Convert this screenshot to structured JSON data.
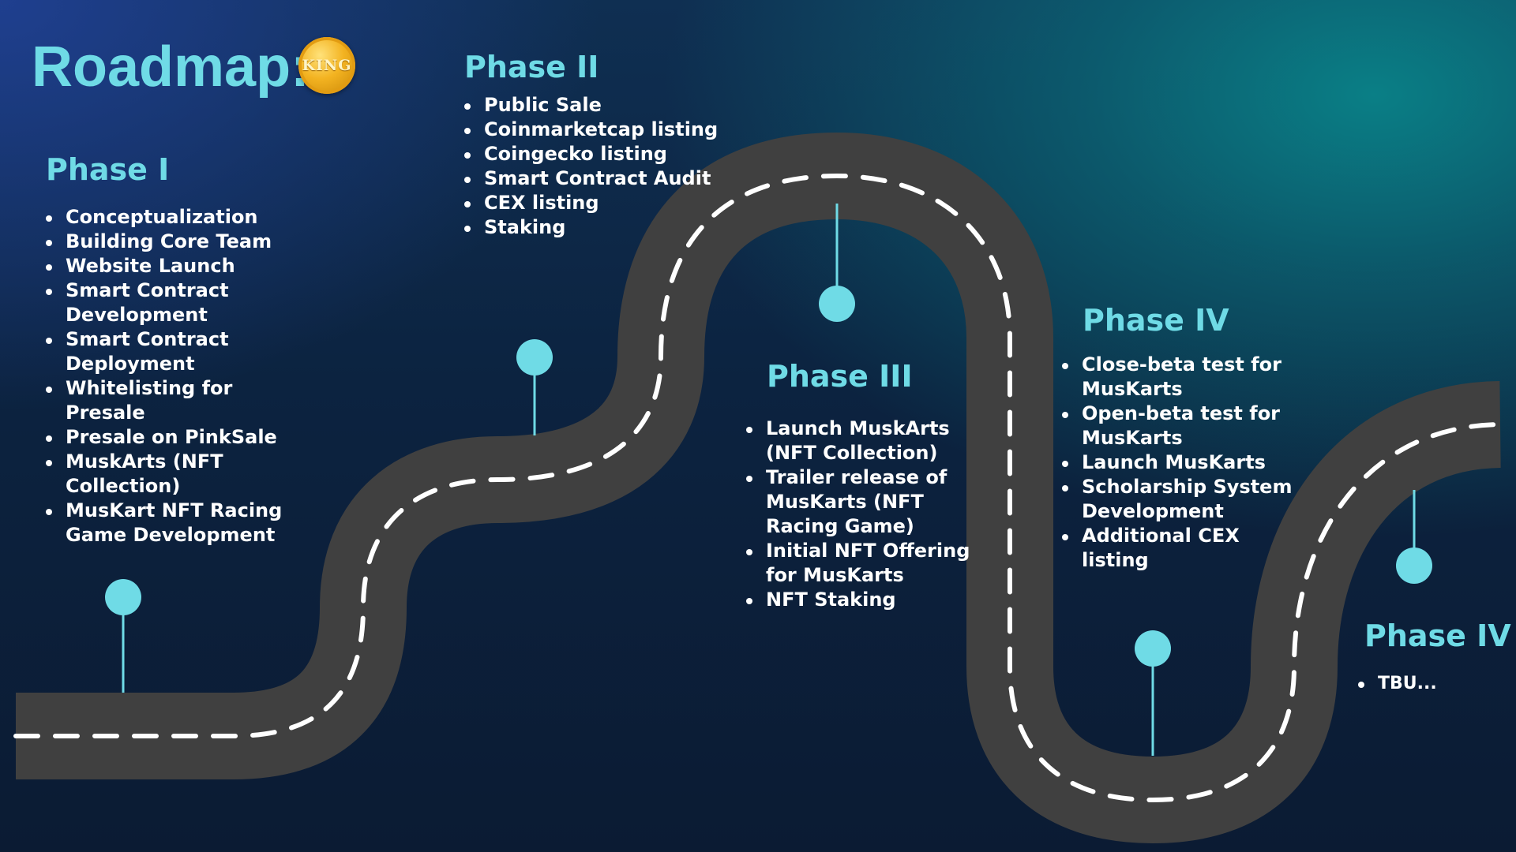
{
  "title": "Roadmap:",
  "logo": {
    "text": "KING",
    "icon": "king-coin-icon"
  },
  "colors": {
    "accent": "#6fdbe6",
    "road": "#404040",
    "text": "#ffffff"
  },
  "phases": [
    {
      "title": "Phase I",
      "items": [
        "Conceptualization",
        "Building Core Team",
        "Website Launch",
        "Smart Contract Development",
        "Smart Contract Deployment",
        "Whitelisting for Presale",
        "Presale on PinkSale",
        "MuskArts (NFT Collection)",
        "MusKart NFT Racing Game Development"
      ]
    },
    {
      "title": "Phase II",
      "items": [
        "Public Sale",
        "Coinmarketcap listing",
        "Coingecko listing",
        "Smart Contract Audit",
        "CEX listing",
        "Staking"
      ]
    },
    {
      "title": "Phase III",
      "items": [
        "Launch MuskArts (NFT Collection)",
        "Trailer release of MusKarts (NFT Racing Game)",
        "Initial NFT Offering for MusKarts",
        "NFT Staking"
      ]
    },
    {
      "title": "Phase IV",
      "items": [
        "Close-beta test for MusKarts",
        "Open-beta test for MusKarts",
        "Launch MusKarts",
        "Scholarship System Development",
        "Additional CEX listing"
      ]
    },
    {
      "title": "Phase IV",
      "items": [
        "TBU..."
      ]
    }
  ]
}
